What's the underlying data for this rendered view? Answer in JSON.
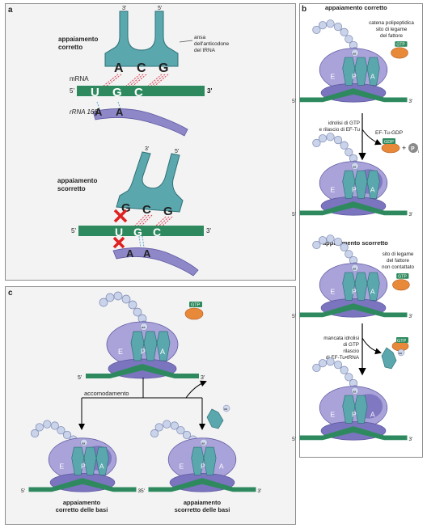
{
  "colors": {
    "trna": "#5aa8ae",
    "trna_dark": "#2f6f75",
    "mrna": "#2e8a5e",
    "rrna": "#8e88c9",
    "ribosome_light": "#a9a3da",
    "ribosome_dark": "#7b74bf",
    "bead": "#c9d3ea",
    "gtp": "#2e8a5e",
    "eftu": "#e8893a",
    "mismatch": "#e02020",
    "bond": "#e04050",
    "bond_blue": "#5fa6c8"
  },
  "panel_a": {
    "label": "a",
    "top": {
      "title": "appaiamento\ncorretto",
      "callout": "ansa\ndell'anticodone\ndel tRNA",
      "anticodon": [
        "A",
        "C",
        "G"
      ],
      "codon": [
        "U",
        "G",
        "C"
      ],
      "rrna_bases": [
        "A",
        "A"
      ],
      "mrna_label": "mRNA",
      "rrna_label": "rRNA 16S",
      "five": "5'",
      "three": "3'"
    },
    "bottom": {
      "title": "appaiamento\nscorretto",
      "anticodon": [
        "G",
        "C",
        "G"
      ],
      "codon": [
        "U",
        "G",
        "C"
      ],
      "rrna_bases": [
        "A",
        "A"
      ],
      "five": "5'",
      "three": "3'"
    }
  },
  "panel_b": {
    "label": "b",
    "step1_title": "appaiamento corretto",
    "step1_callout": "catena polipeptidica\nsito di legame\ndel fattore",
    "gtp": "GTP",
    "gdp": "GDP",
    "pi": "P",
    "pi_sub": "i",
    "aa": "aa",
    "arrow1_text": "idrolisi di GTP\ne rilascio di EF-Tu",
    "eftu_gdp": "EF-Tu-GDP",
    "plus": "+",
    "step2_title": "appaiamento scorretto",
    "step2_callout": "sito di legame\ndel fattore\nnon contattato",
    "arrow2_text": "mancata idrolisi\ndi GTP\nrilascio\ndi EF-Tu•tRNA",
    "sites": [
      "E",
      "P",
      "A"
    ],
    "five": "5'",
    "three": "3'"
  },
  "panel_c": {
    "label": "c",
    "branch_label": "accomodamento",
    "left_caption": "appaiamento\ncorretto delle basi",
    "right_caption": "appaiamento\nscorretto delle basi",
    "sites": [
      "E",
      "P",
      "A"
    ],
    "aa": "aa",
    "five": "5'",
    "three": "3'"
  }
}
